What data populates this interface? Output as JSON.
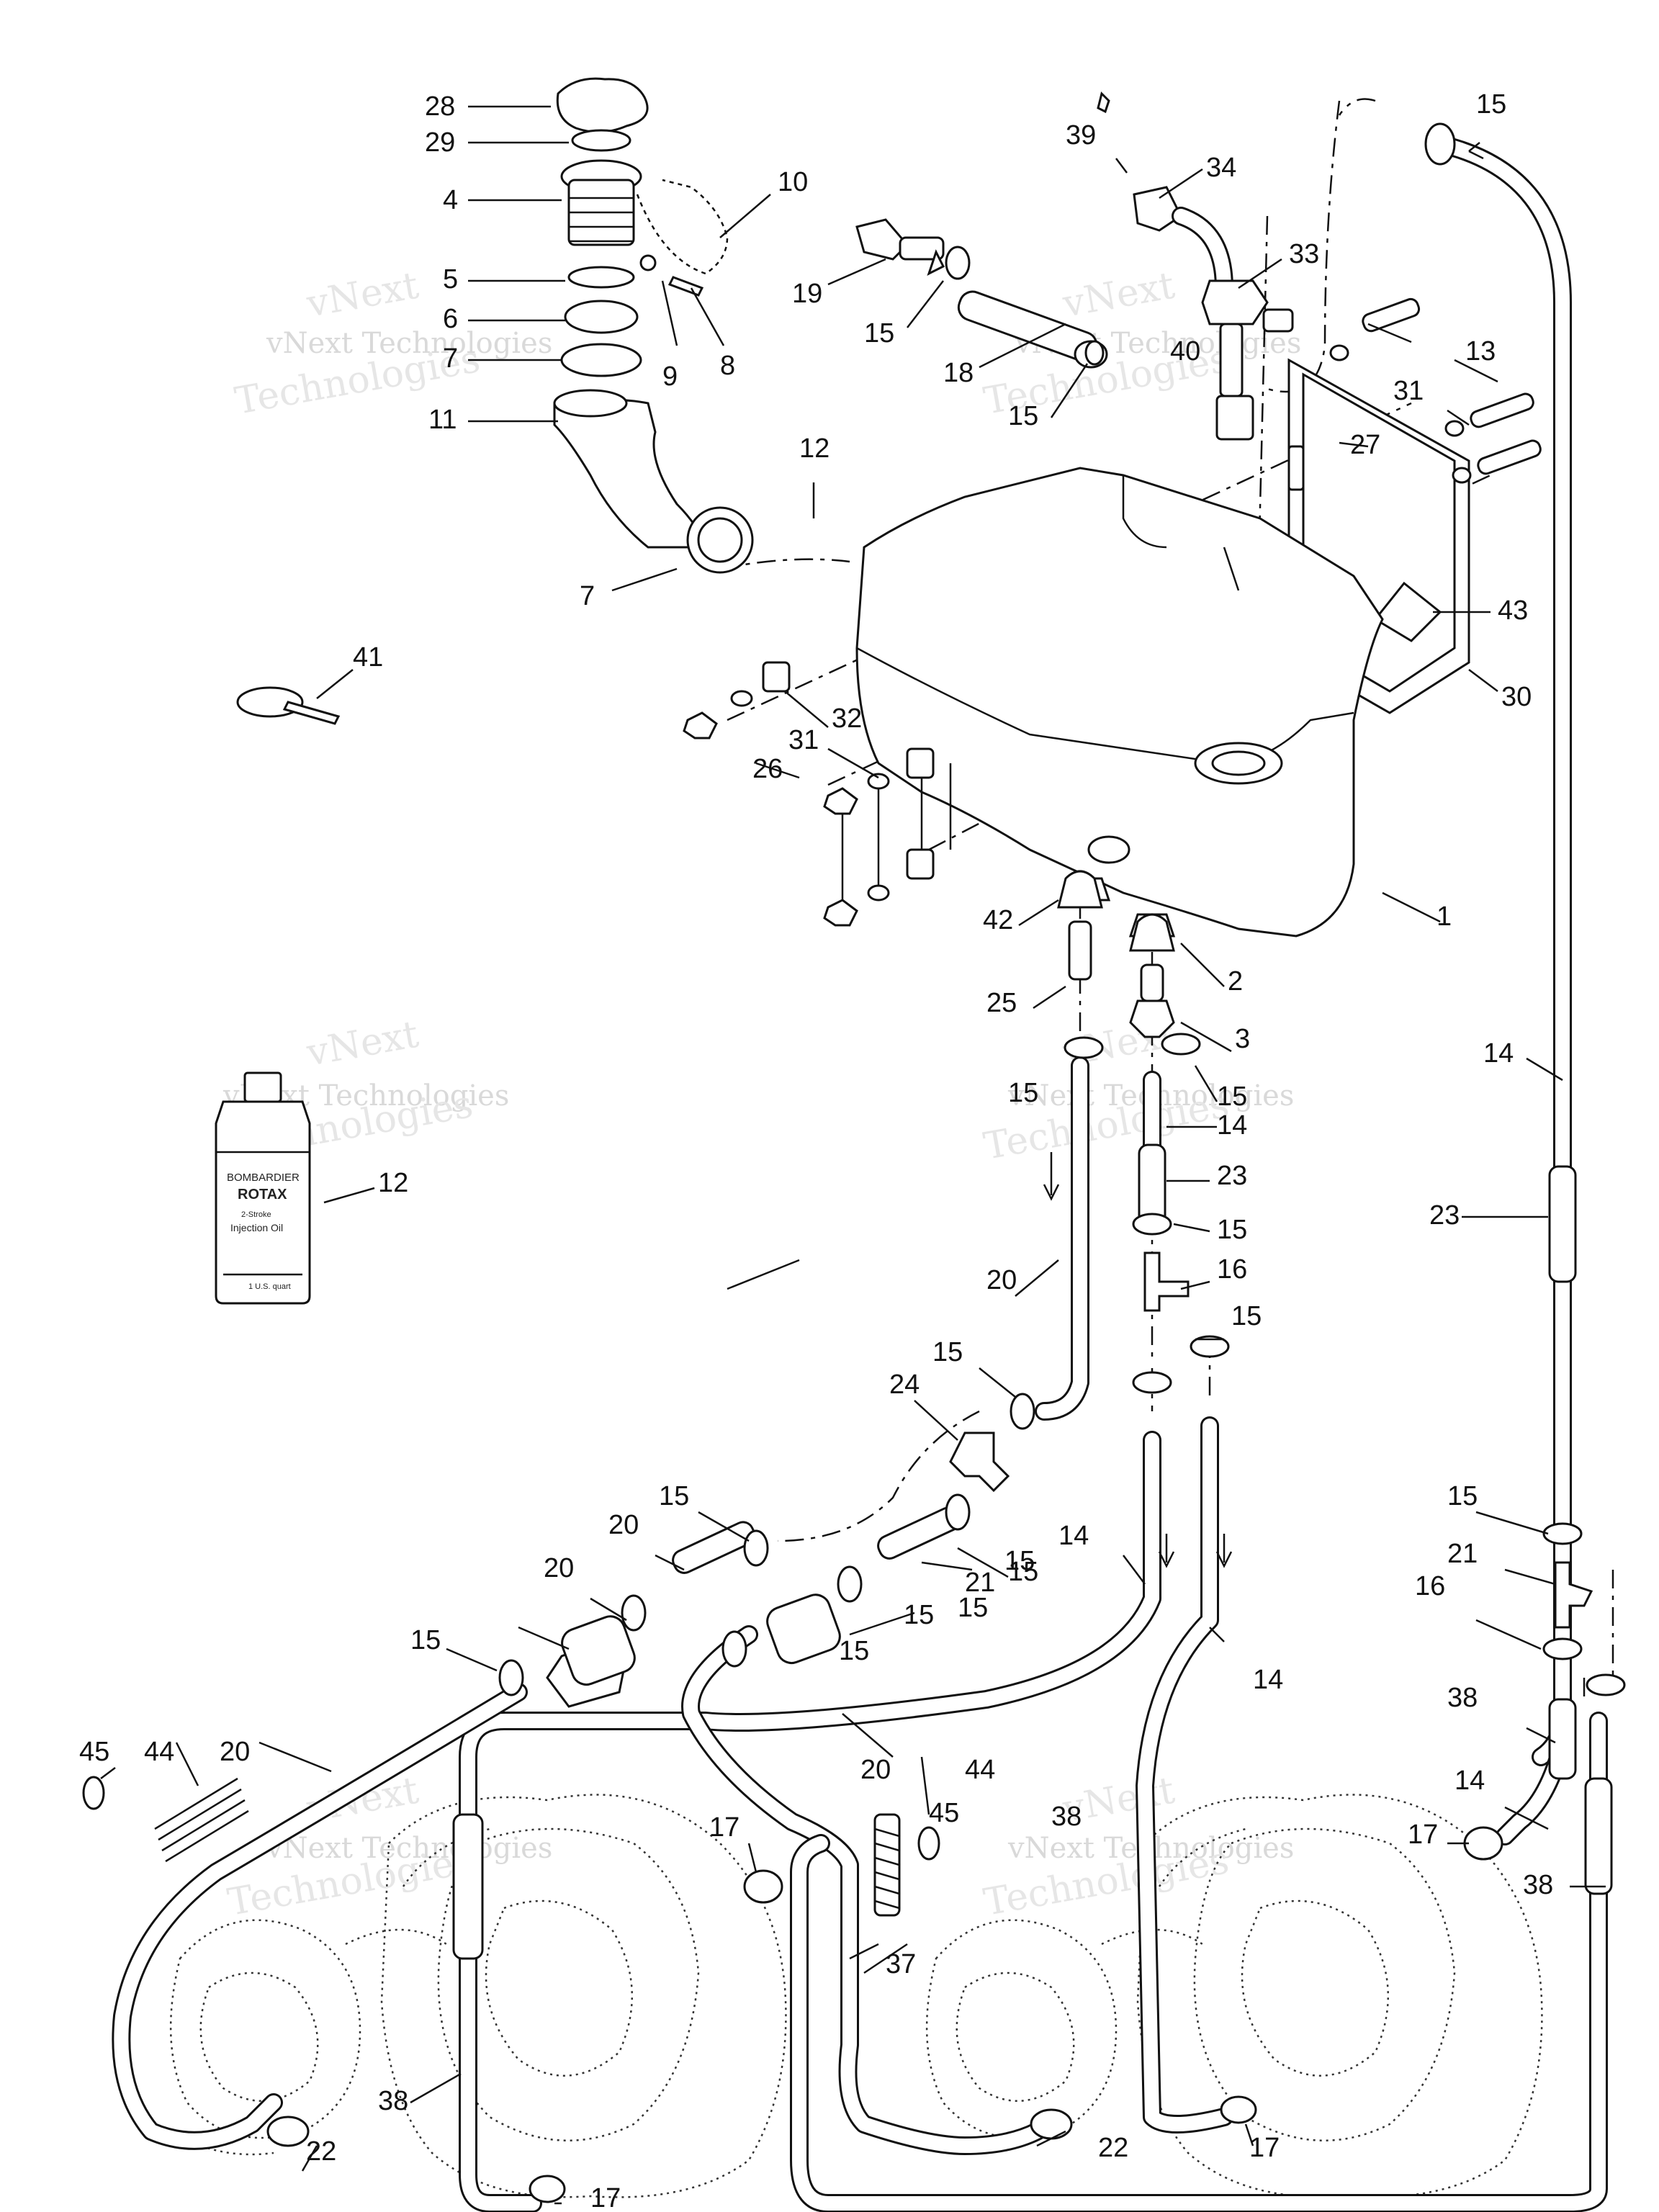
{
  "diagram": {
    "watermark": [
      "vNext",
      "vNext Technologies",
      "Technologies"
    ],
    "bottle": {
      "line1": "BOMBARDIER",
      "line2": "ROTAX",
      "line3": "2-Stroke",
      "line4": "Injection Oil",
      "line5": "1 U.S. quart"
    },
    "callouts": [
      {
        "id": "c28a",
        "text": "28"
      },
      {
        "id": "c29a",
        "text": "29"
      },
      {
        "id": "c4a",
        "text": "4"
      },
      {
        "id": "c10a",
        "text": "10"
      },
      {
        "id": "c5a",
        "text": "5"
      },
      {
        "id": "c6a",
        "text": "6"
      },
      {
        "id": "c7a",
        "text": "7"
      },
      {
        "id": "c9a",
        "text": "9"
      },
      {
        "id": "c8a",
        "text": "8"
      },
      {
        "id": "c11a",
        "text": "11"
      },
      {
        "id": "c12a",
        "text": "12"
      },
      {
        "id": "c7b",
        "text": "7"
      },
      {
        "id": "c39a",
        "text": "39"
      },
      {
        "id": "c34a",
        "text": "34"
      },
      {
        "id": "c15a",
        "text": "15"
      },
      {
        "id": "c19a",
        "text": "19"
      },
      {
        "id": "c15b",
        "text": "15"
      },
      {
        "id": "c18a",
        "text": "18"
      },
      {
        "id": "c33a",
        "text": "33"
      },
      {
        "id": "c40a",
        "text": "40"
      },
      {
        "id": "c15c",
        "text": "15"
      },
      {
        "id": "c13a",
        "text": "13"
      },
      {
        "id": "c31a",
        "text": "31"
      },
      {
        "id": "c27a",
        "text": "27"
      },
      {
        "id": "c43a",
        "text": "43"
      },
      {
        "id": "c30a",
        "text": "30"
      },
      {
        "id": "c41a",
        "text": "41"
      },
      {
        "id": "c32a",
        "text": "32"
      },
      {
        "id": "c31b",
        "text": "31"
      },
      {
        "id": "c26a",
        "text": "26"
      },
      {
        "id": "c1a",
        "text": "1"
      },
      {
        "id": "c42a",
        "text": "42"
      },
      {
        "id": "c2a",
        "text": "2"
      },
      {
        "id": "c25a",
        "text": "25"
      },
      {
        "id": "c3a",
        "text": "3"
      },
      {
        "id": "c14a",
        "text": "14"
      },
      {
        "id": "c15d",
        "text": "15"
      },
      {
        "id": "c15e",
        "text": "15"
      },
      {
        "id": "c14b",
        "text": "14"
      },
      {
        "id": "c12b",
        "text": "12"
      },
      {
        "id": "c23a",
        "text": "23"
      },
      {
        "id": "c23b",
        "text": "23"
      },
      {
        "id": "c15f",
        "text": "15"
      },
      {
        "id": "c16a",
        "text": "16"
      },
      {
        "id": "c20a",
        "text": "20"
      },
      {
        "id": "c15g",
        "text": "15"
      },
      {
        "id": "c15h",
        "text": "15"
      },
      {
        "id": "c24a",
        "text": "24"
      },
      {
        "id": "c15i",
        "text": "15"
      },
      {
        "id": "c20b",
        "text": "20"
      },
      {
        "id": "c15j",
        "text": "15"
      },
      {
        "id": "c14c",
        "text": "14"
      },
      {
        "id": "c15k",
        "text": "15"
      },
      {
        "id": "c21a",
        "text": "21"
      },
      {
        "id": "c20c",
        "text": "20"
      },
      {
        "id": "c15l",
        "text": "15"
      },
      {
        "id": "c16b",
        "text": "16"
      },
      {
        "id": "c15m",
        "text": "15"
      },
      {
        "id": "c15n",
        "text": "15"
      },
      {
        "id": "c21b",
        "text": "21"
      },
      {
        "id": "c15o",
        "text": "15"
      },
      {
        "id": "c14d",
        "text": "14"
      },
      {
        "id": "c15p",
        "text": "15"
      },
      {
        "id": "c38a",
        "text": "38"
      },
      {
        "id": "c45a",
        "text": "45"
      },
      {
        "id": "c44a",
        "text": "44"
      },
      {
        "id": "c20d",
        "text": "20"
      },
      {
        "id": "c20e",
        "text": "20"
      },
      {
        "id": "c44b",
        "text": "44"
      },
      {
        "id": "c45b",
        "text": "45"
      },
      {
        "id": "c38b",
        "text": "38"
      },
      {
        "id": "c14e",
        "text": "14"
      },
      {
        "id": "c17a",
        "text": "17"
      },
      {
        "id": "c17b",
        "text": "17"
      },
      {
        "id": "c38c",
        "text": "38"
      },
      {
        "id": "c37a",
        "text": "37"
      },
      {
        "id": "c38d",
        "text": "38"
      },
      {
        "id": "c22a",
        "text": "22"
      },
      {
        "id": "c22b",
        "text": "22"
      },
      {
        "id": "c17c",
        "text": "17"
      },
      {
        "id": "c17d",
        "text": "17"
      }
    ]
  }
}
